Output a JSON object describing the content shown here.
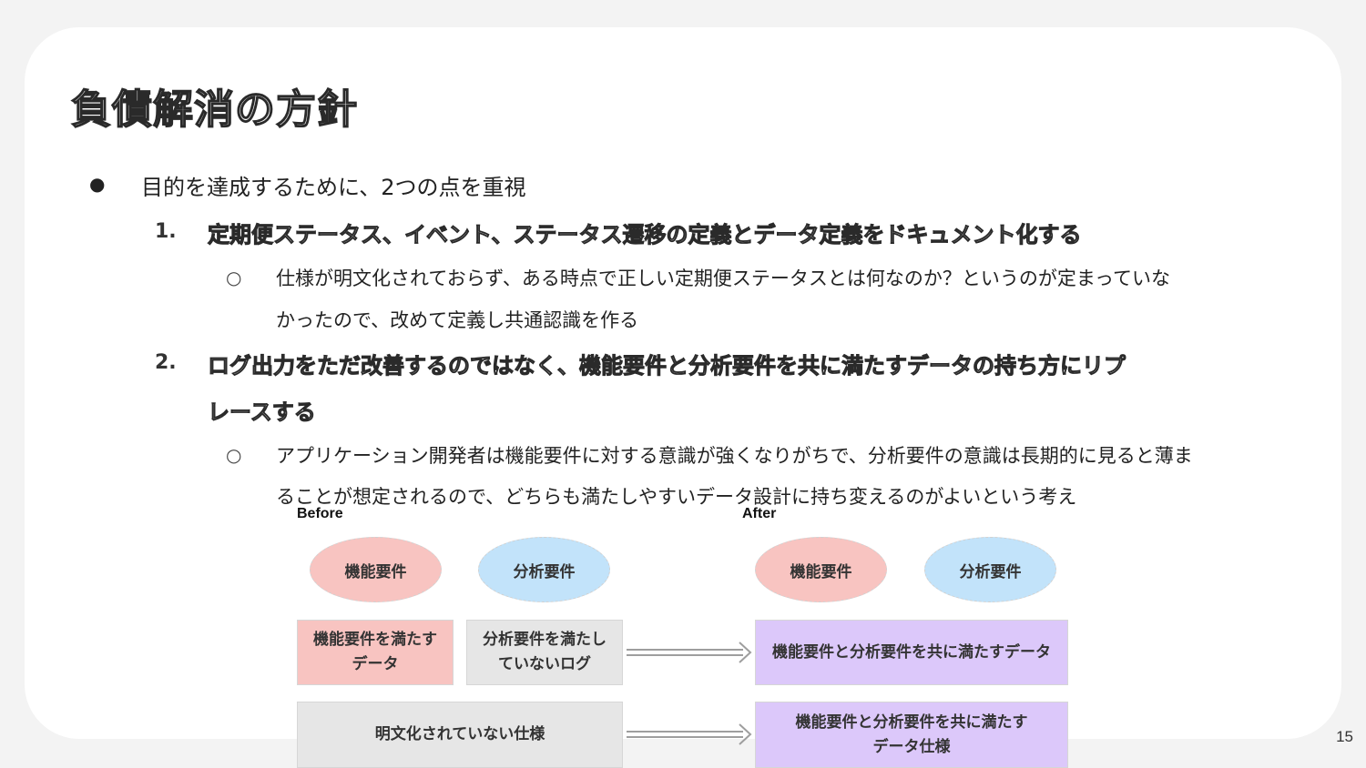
{
  "slide": {
    "title": "負債解消の方針",
    "page_number": "15"
  },
  "bullets": {
    "main": {
      "marker": "●",
      "text": "目的を達成するために、2つの点を重視"
    },
    "item1": {
      "number": "1.",
      "text": "定期便ステータス、イベント、ステータス遷移の定義とデータ定義をドキュメント化する",
      "sub_marker": "○",
      "sub_line1": "仕様が明文化されておらず、ある時点で正しい定期便ステータスとは何なのか？というのが定まっていな",
      "sub_line2": "かったので、改めて定義し共通認識を作る"
    },
    "item2": {
      "number": "2.",
      "line1": "ログ出力をただ改善するのではなく、機能要件と分析要件を共に満たすデータの持ち方にリプ",
      "line2": "レースする",
      "sub_marker": "○",
      "sub_line1": "アプリケーション開発者は機能要件に対する意識が強くなりがちで、分析要件の意識は長期的に見ると薄ま",
      "sub_line2": "ることが想定されるので、どちらも満たしやすいデータ設計に持ち変えるのがよいという考え"
    }
  },
  "diagram": {
    "before_label": "Before",
    "after_label": "After",
    "before": {
      "ellipse_functional": "機能要件",
      "ellipse_analytical": "分析要件",
      "box_functional_line1": "機能要件を満たす",
      "box_functional_line2": "データ",
      "box_log_line1": "分析要件を満たし",
      "box_log_line2": "ていないログ",
      "box_spec": "明文化されていない仕様"
    },
    "after": {
      "ellipse_functional": "機能要件",
      "ellipse_analytical": "分析要件",
      "box_data": "機能要件と分析要件を共に満たすデータ",
      "box_spec_line1": "機能要件と分析要件を共に満たす",
      "box_spec_line2": "データ仕様"
    },
    "colors": {
      "pink": "#f8c4c1",
      "blue": "#c2e3fa",
      "gray": "#e6e6e6",
      "purple": "#dcc8fa",
      "arrow": "#9e9e9e"
    }
  }
}
